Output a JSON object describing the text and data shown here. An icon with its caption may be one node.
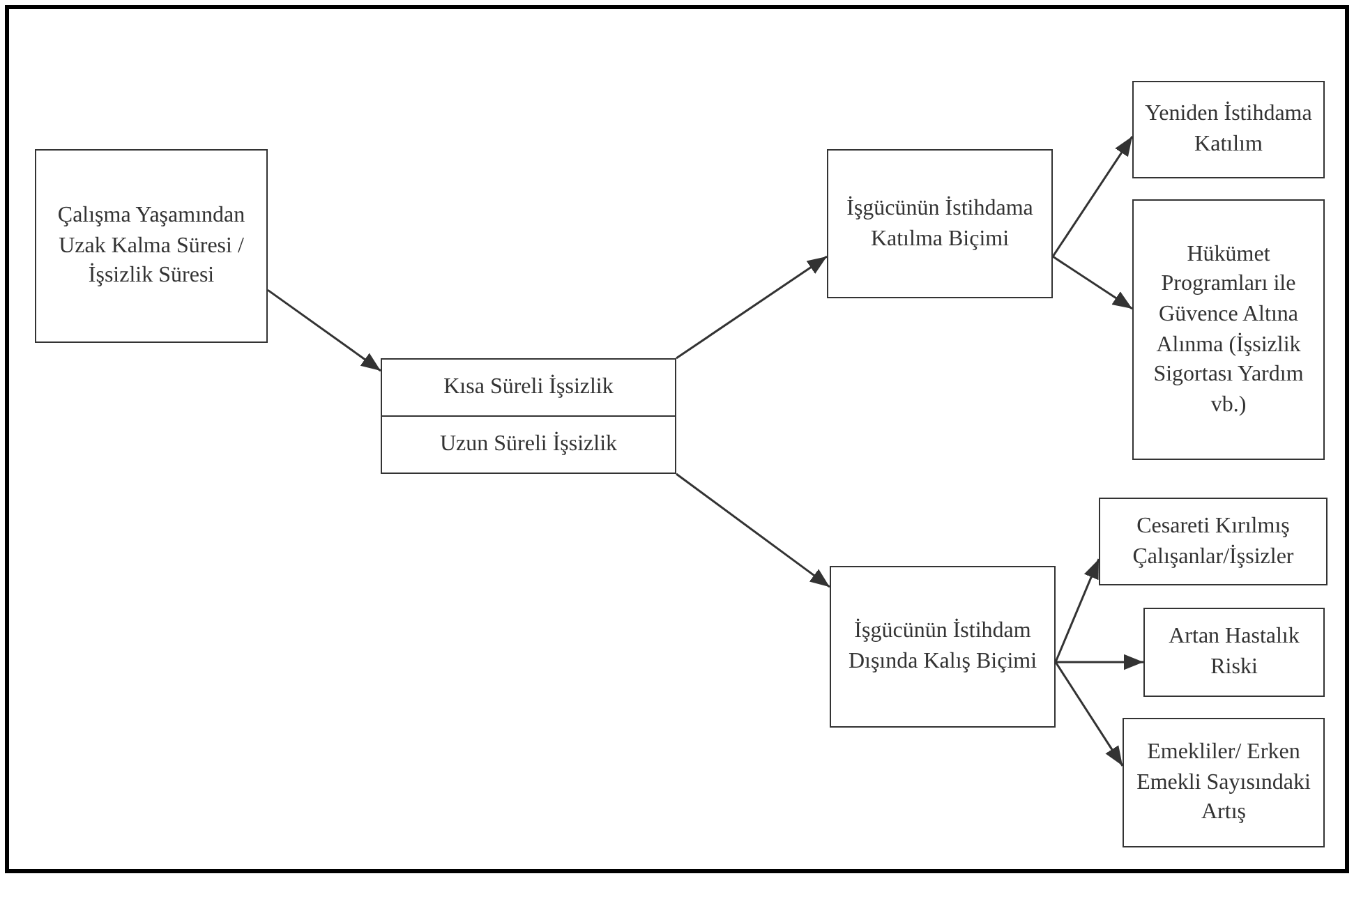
{
  "diagram": {
    "nodes": [
      {
        "text": [
          "Çalışma Yaşamından Uzak Kalma Süresi / İşsizlik Süresi"
        ]
      },
      {
        "text": [
          "Kısa Süreli İşsizlik",
          "Uzun Süreli İşsizlik"
        ]
      },
      {
        "text": [
          "İşgücünün İstihdama Katılma Biçimi"
        ]
      },
      {
        "text": [
          "Yeniden İstihdama Katılım"
        ]
      },
      {
        "text": [
          "Hükümet Programları ile Güvence Altına Alınma (İşsizlik Sigortası Yardım vb.)"
        ]
      },
      {
        "text": [
          "İşgücünün İstihdam Dışında Kalış Biçimi"
        ]
      },
      {
        "text": [
          "Cesareti Kırılmış Çalışanlar/İşsizler"
        ]
      },
      {
        "text": [
          "Artan Hastalık Riski"
        ]
      },
      {
        "text": [
          "Emekliler/ Erken Emekli Sayısındaki Artış"
        ]
      }
    ],
    "edges": [
      {
        "from": 0,
        "to": 1,
        "arrow": "to"
      },
      {
        "from": 1,
        "to": 2,
        "arrow": "to"
      },
      {
        "from": 1,
        "to": 5,
        "arrow": "to"
      },
      {
        "from": 2,
        "to": 3,
        "arrow": "to"
      },
      {
        "from": 2,
        "to": 4,
        "arrow": "to"
      },
      {
        "from": 5,
        "to": 6,
        "arrow": "to"
      },
      {
        "from": 5,
        "to": 7,
        "arrow": "to"
      },
      {
        "from": 5,
        "to": 8,
        "arrow": "to"
      }
    ]
  }
}
